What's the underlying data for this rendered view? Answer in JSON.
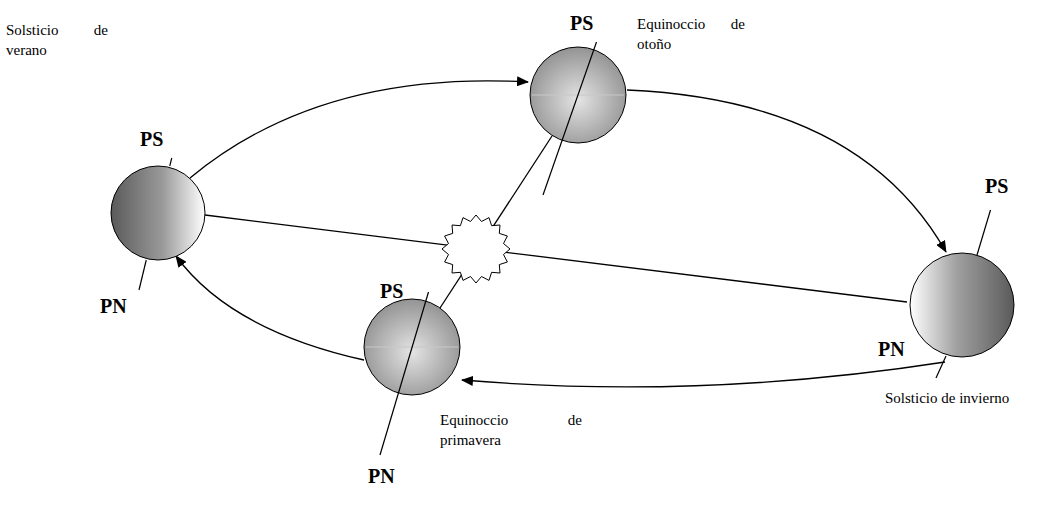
{
  "diagram": {
    "labels": [
      "PS",
      "Equinoccio de otoño",
      "Solsticio de verano",
      "PS",
      "PS",
      "PS",
      "PN",
      "PN",
      "Solsticio de invierno",
      "Equinoccio de primavera",
      "PN"
    ]
  }
}
